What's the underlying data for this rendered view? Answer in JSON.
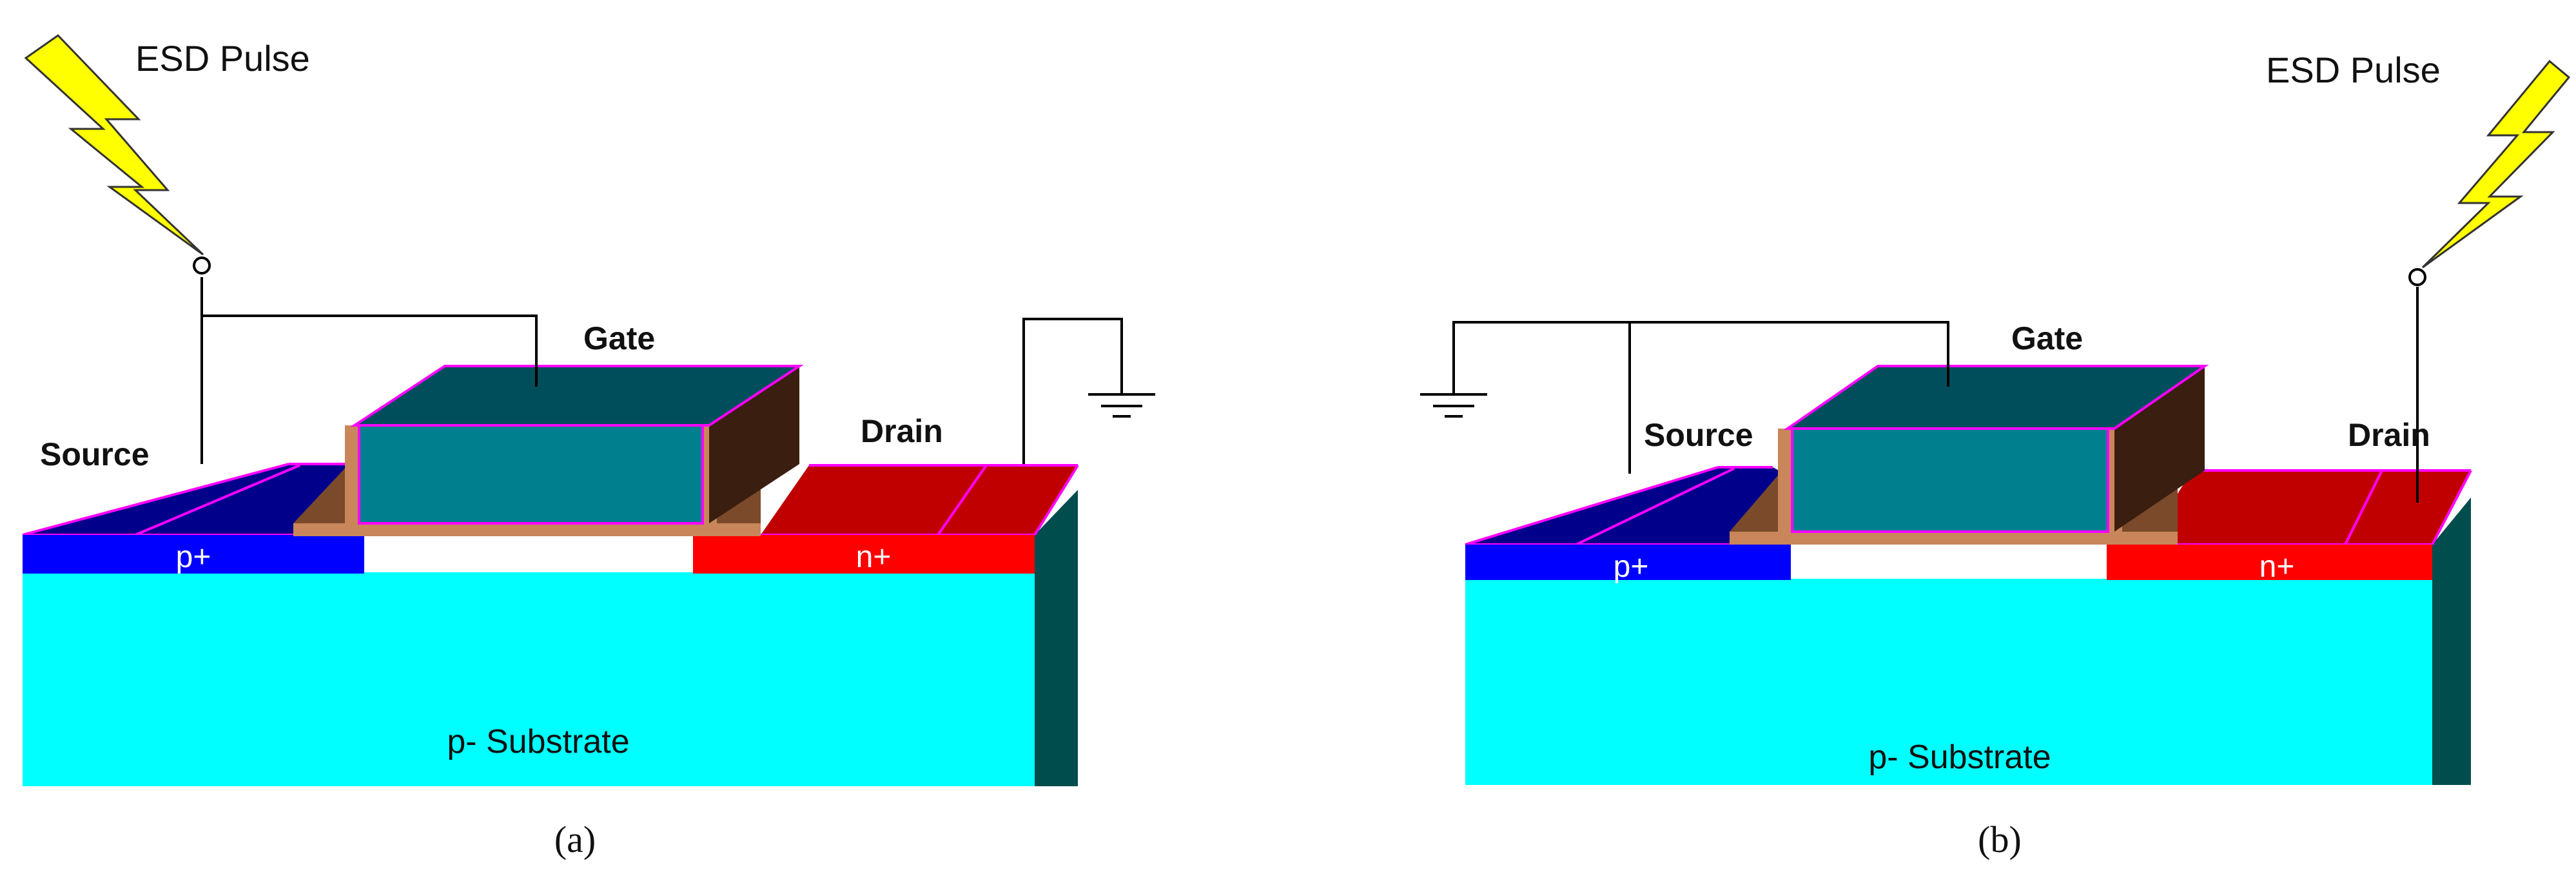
{
  "panels": [
    {
      "id": "a",
      "esd_label": "ESD Pulse",
      "gate_label": "Gate",
      "source_label": "Source",
      "drain_label": "Drain",
      "p_region_label": "p+",
      "n_region_label": "n+",
      "substrate_label": "p- Substrate",
      "caption": "(a)"
    },
    {
      "id": "b",
      "esd_label": "ESD Pulse",
      "gate_label": "Gate",
      "source_label": "Source",
      "drain_label": "Drain",
      "p_region_label": "p+",
      "n_region_label": "n+",
      "substrate_label": "p- Substrate",
      "caption": "(b)"
    }
  ],
  "colors": {
    "substrate": "#00FFFF",
    "substrate_side": "#004D4D",
    "p_plus": "#0000FF",
    "p_plus_top": "#00008B",
    "n_plus": "#FF0000",
    "n_plus_top": "#C00000",
    "gate_front": "#007F8F",
    "gate_top": "#004E5C",
    "gate_side": "#3A1E10",
    "oxide": "#C8865A",
    "oxide_dark": "#7A4A2A",
    "outline": "#FF00FF",
    "lightning": "#FFFF00",
    "wire": "#000000"
  }
}
